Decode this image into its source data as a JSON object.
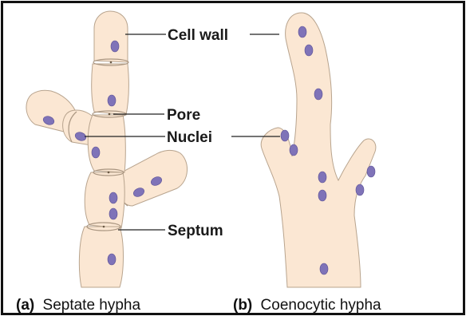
{
  "labels": {
    "cell_wall": "Cell wall",
    "pore": "Pore",
    "nuclei": "Nuclei",
    "septum": "Septum"
  },
  "captions": {
    "a_tag": "(a)",
    "a_text": "Septate hypha",
    "b_tag": "(b)",
    "b_text": "Coenocytic hypha"
  },
  "colors": {
    "cytoplasm": "#fbe7d3",
    "nucleus": "#7f73b8",
    "border": "#111111"
  }
}
